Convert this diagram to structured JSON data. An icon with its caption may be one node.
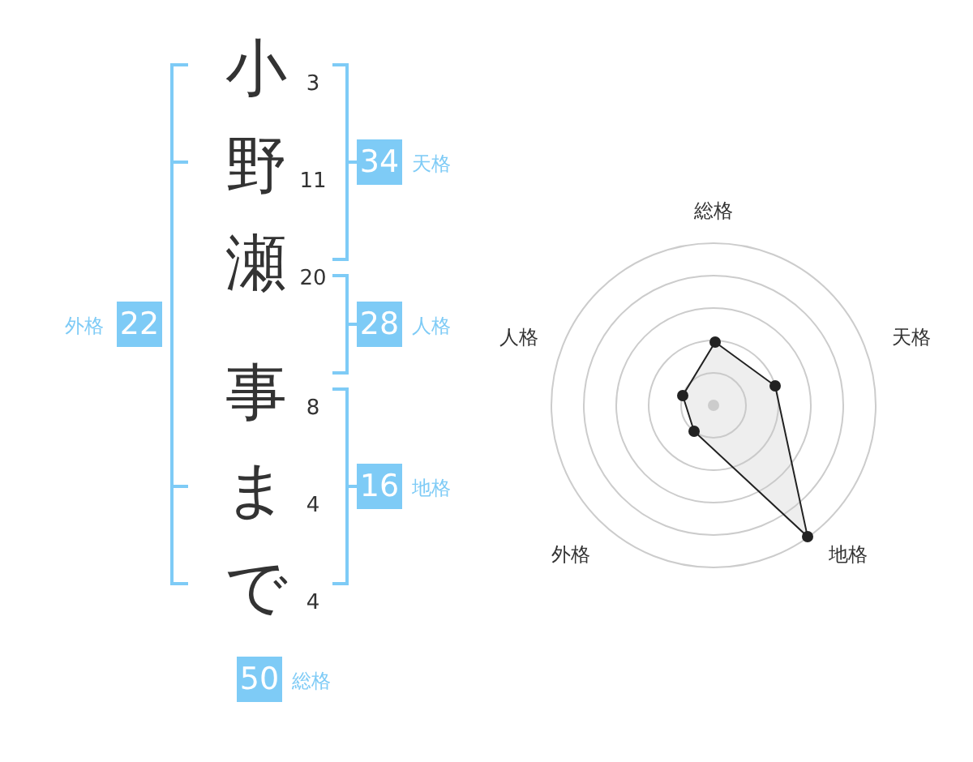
{
  "diagram": {
    "nodes": [
      {
        "text": [
          "34"
        ],
        "beside": [
          "天格"
        ]
      },
      {
        "text": [
          "22"
        ],
        "beside": [
          "外格"
        ]
      },
      {
        "text": [
          "28"
        ],
        "beside": [
          "人格"
        ]
      },
      {
        "text": [
          "16"
        ],
        "beside": [
          "地格"
        ]
      },
      {
        "text": [
          "50"
        ],
        "beside": [
          "総格"
        ]
      }
    ],
    "labels": [
      "小",
      "3",
      "野",
      "11",
      "瀬",
      "20",
      "事",
      "8",
      "ま",
      "4",
      "で",
      "4",
      "総格",
      "人格",
      "天格",
      "外格",
      "地格"
    ]
  }
}
